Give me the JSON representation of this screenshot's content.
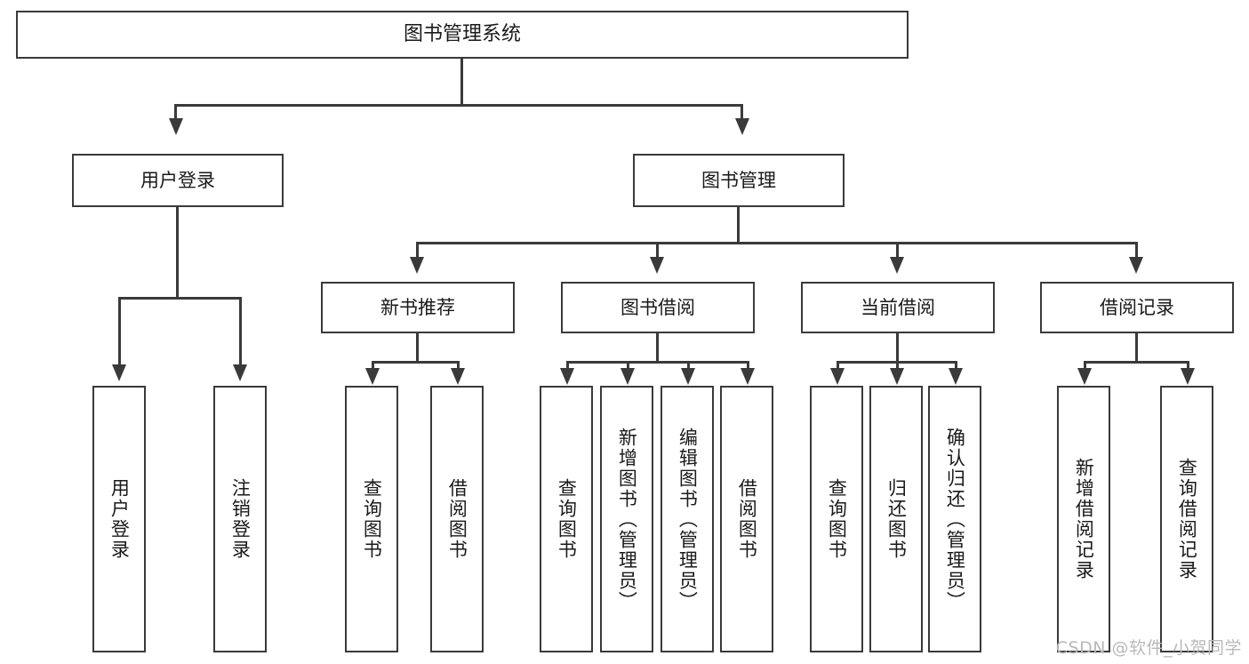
{
  "diagram": {
    "title": "图书管理系统",
    "watermark": "CSDN @软件_小贺同学",
    "nodes": {
      "root": "图书管理系统",
      "level1": [
        "用户登录",
        "图书管理"
      ],
      "level2": [
        "新书推荐",
        "图书借阅",
        "当前借阅",
        "借阅记录"
      ],
      "leaves": {
        "user_login": [
          "用户登录",
          "注销登录"
        ],
        "new_book": [
          "查询图书",
          "借阅图书"
        ],
        "book_borrow": [
          "查询图书",
          "新增图书（管理员）",
          "编辑图书（管理员）",
          "借阅图书"
        ],
        "current_borrow": [
          "查询图书",
          "归还图书",
          "确认归还（管理员）"
        ],
        "borrow_record": [
          "新增借阅记录",
          "查询借阅记录"
        ]
      }
    },
    "colors": {
      "stroke": "#3a3a3a",
      "fill": "#ffffff",
      "text": "#1a1a1a",
      "watermark": "#b9b9b9"
    }
  }
}
